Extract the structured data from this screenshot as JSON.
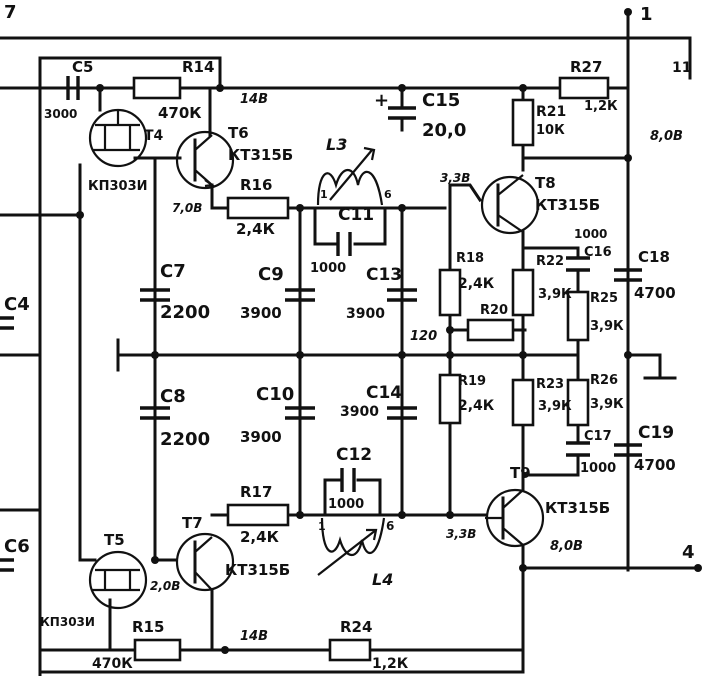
{
  "terminals": {
    "t7": "7",
    "t1": "1",
    "t11": "11",
    "t4": "4"
  },
  "transistors": {
    "t4": {
      "ref": "T4",
      "type": "КП303И"
    },
    "t5": {
      "ref": "T5",
      "type": "КП303И"
    },
    "t6": {
      "ref": "T6",
      "type": "КТ315Б"
    },
    "t7": {
      "ref": "T7",
      "type": "КТ315Б"
    },
    "t8": {
      "ref": "T8",
      "type": "КТ315Б"
    },
    "t9": {
      "ref": "T9",
      "type": "КТ315Б"
    }
  },
  "resistors": {
    "r14": {
      "ref": "R14",
      "value": "470К"
    },
    "r15": {
      "ref": "R15",
      "value": "470К"
    },
    "r16": {
      "ref": "R16",
      "value": "2,4К"
    },
    "r17": {
      "ref": "R17",
      "value": "2,4К"
    },
    "r18": {
      "ref": "R18",
      "value": "2,4К"
    },
    "r19": {
      "ref": "R19",
      "value": "2,4К"
    },
    "r20": {
      "ref": "R20",
      "value": ""
    },
    "r21": {
      "ref": "R21",
      "value": "10К"
    },
    "r22": {
      "ref": "R22",
      "value": "3,9К"
    },
    "r23": {
      "ref": "R23",
      "value": "3,9К"
    },
    "r24": {
      "ref": "R24",
      "value": "1,2К"
    },
    "r25": {
      "ref": "R25",
      "value": "3,9К"
    },
    "r26": {
      "ref": "R26",
      "value": "3,9К"
    },
    "r27": {
      "ref": "R27",
      "value": "1,2К"
    }
  },
  "capacitors": {
    "c4": {
      "ref": "C4"
    },
    "c5": {
      "ref": "C5",
      "value": "3000"
    },
    "c6": {
      "ref": "C6"
    },
    "c7": {
      "ref": "C7",
      "value": "2200"
    },
    "c8": {
      "ref": "C8",
      "value": "2200"
    },
    "c9": {
      "ref": "C9",
      "value": "3900"
    },
    "c10": {
      "ref": "C10",
      "value": "3900"
    },
    "c11": {
      "ref": "C11",
      "value": "1000"
    },
    "c12": {
      "ref": "C12",
      "value": "1000"
    },
    "c13": {
      "ref": "C13",
      "value": "3900"
    },
    "c14": {
      "ref": "C14",
      "value": "3900"
    },
    "c15": {
      "ref": "C15",
      "value": "20,0",
      "polarity": "+"
    },
    "c16": {
      "ref": "C16",
      "value": "1000"
    },
    "c17": {
      "ref": "C17",
      "value": "1000"
    },
    "c18": {
      "ref": "C18",
      "value": "4700"
    },
    "c19": {
      "ref": "C19",
      "value": "4700"
    }
  },
  "inductors": {
    "l3": {
      "ref": "L3",
      "pin_a": "1",
      "pin_b": "6"
    },
    "l4": {
      "ref": "L4",
      "pin_a": "1",
      "pin_b": "6"
    }
  },
  "test_points": {
    "v14_top": "14В",
    "v14_bot": "14В",
    "v7_top": "7,0В",
    "v2_bot": "2,0В",
    "v33_top": "3,3В",
    "v33_bot": "3,3В",
    "v8_top": "8,0В",
    "v8_bot": "8,0В",
    "v120": "120"
  }
}
